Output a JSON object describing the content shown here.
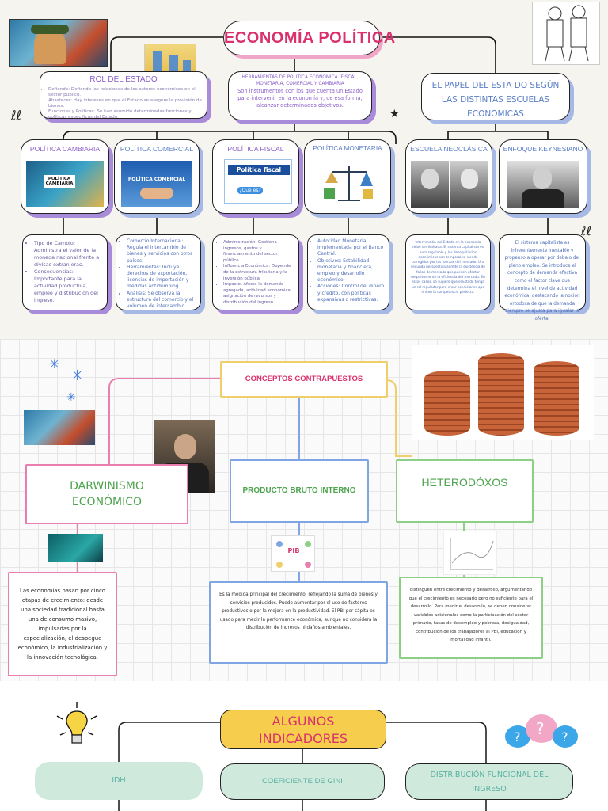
{
  "title": "ECONOMÍA POLÍTICA",
  "rol_estado": {
    "title": "ROL DEL ESTADO",
    "bullets": [
      "Defiende: Defiende las relaciones de los actores económicos en el sector público.",
      "Abastecer: Hay intereses en que el Estado se asegure la provisión de bienes.",
      "Funciones y Políticas: Se han asumido determinadas funciones y políticas específicas del Estado."
    ]
  },
  "herramientas": {
    "title": "HERRAMIENTAS DE POLÍTICA ECONÓMICA (FISCAL, MONETARIA, COMERCIAL Y CAMBIARIA",
    "text": "Son instrumentos con los que cuenta un Estado para intervenir en la economía y, de esa forma, alcanzar determinados objetivos."
  },
  "papel_estado": {
    "title": "EL PAPEL DEL ESTA DO SEGÚN LAS DISTINTAS ESCUELAS ECONÓMICAS"
  },
  "politicas": [
    {
      "title": "POLÍTICA CAMBIARIA",
      "image_label": "POLÍTICA CAMBIARIA",
      "bullets": [
        "Tipo de Cambio: Administra el valor de la moneda nacional frente a divisas extranjeras.",
        "Consecuencias: Importante para la actividad productiva, empleo y distribución del ingreso."
      ]
    },
    {
      "title": "POLÍTICA COMERCIAL",
      "image_label": "POLÍTICA COMERCIAL",
      "bullets": [
        "Comercio Internacional: Regula el intercambio de bienes y servicios con otros países.",
        "Herramientas: Incluye derechos de exportación, licencias de importación y medidas antidumping.",
        "Análisis: Se observa la estructura del comercio y el volumen de intercambio."
      ]
    },
    {
      "title": "POLÍTICA FISCAL",
      "image_label": "Política fiscal",
      "image_sub": "¿Qué es?",
      "bullets": [
        "Administración: Gestiona ingresos, gastos y financiamiento del sector público.",
        "Influencia Económica: Depende de la estructura tributaria y la inversión pública.",
        "Impacto: Afecta la demanda agregada, actividad económica, asignación de recursos y distribución del ingreso."
      ]
    },
    {
      "title": "POLÍTICA MONETARIA",
      "bullets": [
        "Autoridad Monetaria: Implementada por el Banco Central.",
        "Objetivos: Estabilidad monetaria y financiera, empleo y desarrollo económico.",
        "Acciones: Control del dinero y crédito, con políticas expansivas o restrictivas."
      ]
    }
  ],
  "escuelas": [
    {
      "title": "ESCUELA NEOCLÁSICA",
      "text": "Intervención del Estado en la economía debe ser limitada. El sistema capitalista es auto regulable y los desequilibrios económicos son temporales, siendo corregidos por las fuerzas del mercado. Una segunda perspectiva admite la existencia de fallas de mercado que pueden afectar negativamente la eficiencia del mercado. En estos casos, se sugiere que el Estado tenga un rol regulador para crear condiciones que imiten la competencia perfecta."
    },
    {
      "title": "ENFOQUE KEYNESIANO",
      "text": "El sistema capitalista es inherentemente inestable y propenso a operar por debajo del pleno empleo. Se introduce el concepto de demanda efectiva como el factor clave que determina el nivel de actividad económica, destacando la noción ortodoxa de que la demanda siempre se ajusta para igualar la oferta."
    }
  ],
  "conceptos": {
    "title": "CONCEPTOS CONTRAPUESTOS",
    "darwinismo": {
      "title": "DARWINISMO ECONÓMICO",
      "text": "Las economías pasan por cinco etapas de crecimiento: desde una sociedad tradicional hasta una de consumo masivo, impulsadas por la especialización, el despegue económico, la industrialización y la innovación tecnológica."
    },
    "pbi": {
      "title": "PRODUCTO BRUTO INTERNO",
      "diagram_label": "PIB",
      "text": "Es la medida principal del crecimiento, reflejando la suma de bienes y servicios producidos. Puede aumentar por el uso de factores productivos o por la mejora en la productividad. El PBI per cápita es usado para medir la performance económica, aunque no considera la distribución de ingresos ni daños ambientales."
    },
    "heterodoxos": {
      "title": "HETERODÓXOS",
      "text": "distinguen entre crecimiento y desarrollo, argumentando que el crecimiento es necesario pero no suficiente para el desarrollo. Para medir el desarrollo, se deben considerar variables adicionales como la participación del sector primario, tasas de desempleo y pobreza, desigualdad, contribución de los trabajadores al PBI, educación y mortalidad infantil."
    }
  },
  "indicadores": {
    "title": "ALGUNOS INDICADORES",
    "items": [
      "IDH",
      "COEFICIENTE DE GINI",
      "DISTRIBUCIÓN FUNCIONAL DEL INGRESO"
    ]
  },
  "colors": {
    "purple": "#a88bd9",
    "blue": "#6c8fd6",
    "green": "#6fbf68",
    "pink": "#e0508f",
    "yellow": "#f3d46a",
    "title_pink": "#d9316d",
    "mint": "#cfeadd"
  },
  "icons": [
    "lightbulb-icon",
    "question-bubbles-icon",
    "sparkle-icon",
    "star-icon",
    "swirl-icon"
  ]
}
